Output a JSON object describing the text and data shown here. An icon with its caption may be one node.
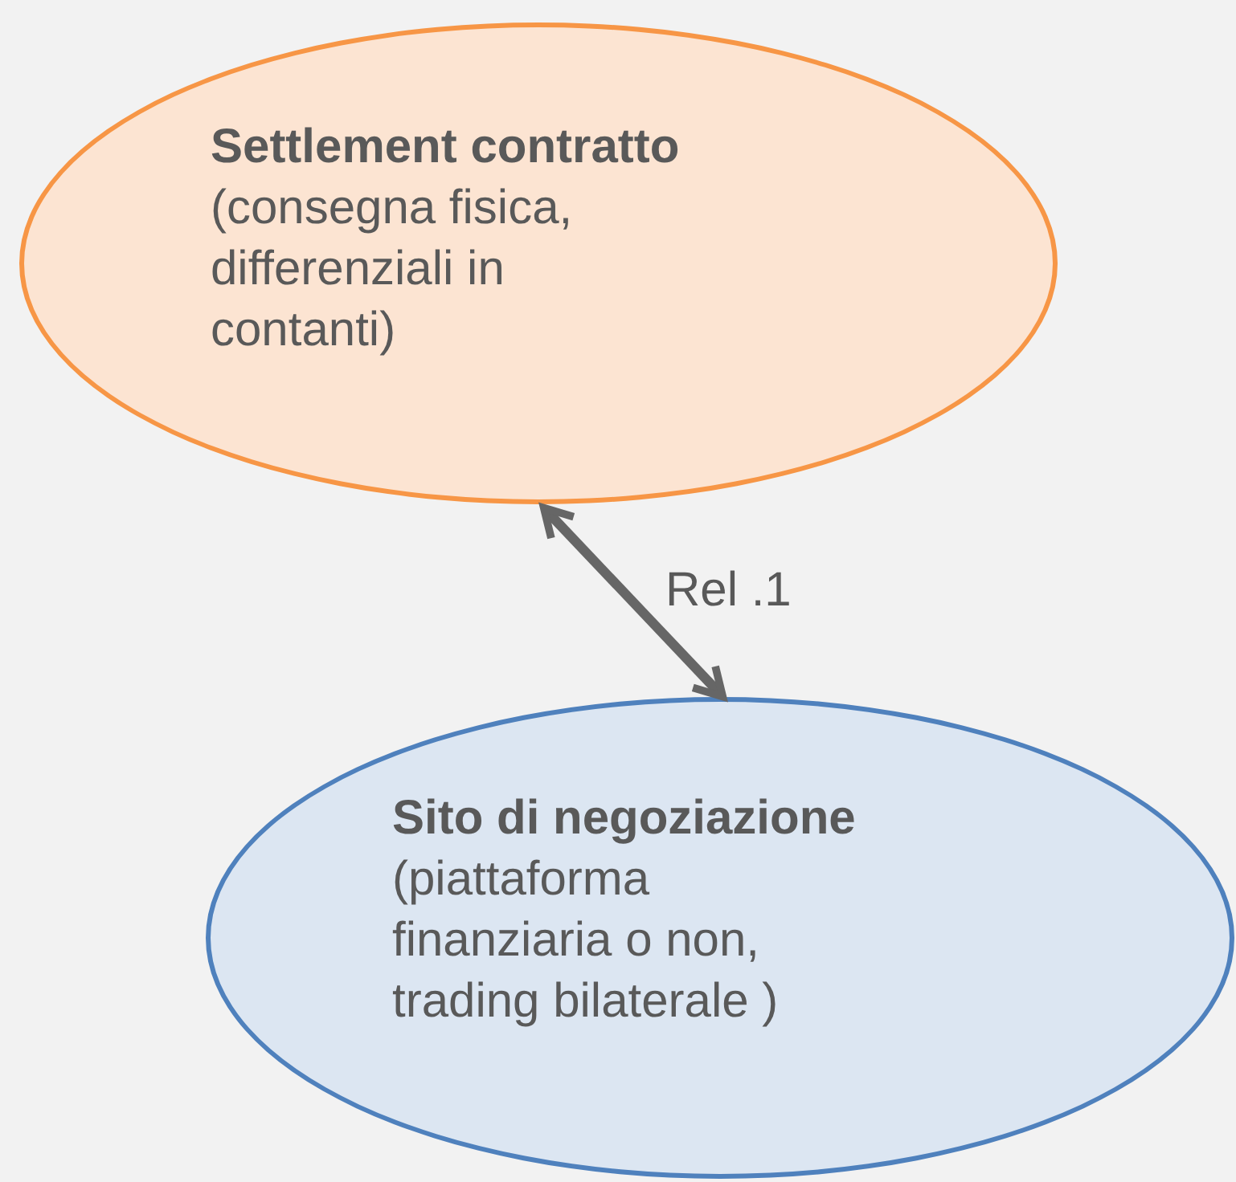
{
  "diagram": {
    "nodes": [
      {
        "text": [
          "Settlement contratto",
          "(consegna fisica, differenziali in contanti)"
        ]
      },
      {
        "text": [
          "Sito di negoziazione",
          "(piattaforma finanziaria o non, trading bilaterale )"
        ]
      }
    ],
    "edges": [
      {
        "from": 0,
        "to": 1,
        "arrow": "both",
        "label": "Rel .1"
      }
    ]
  }
}
